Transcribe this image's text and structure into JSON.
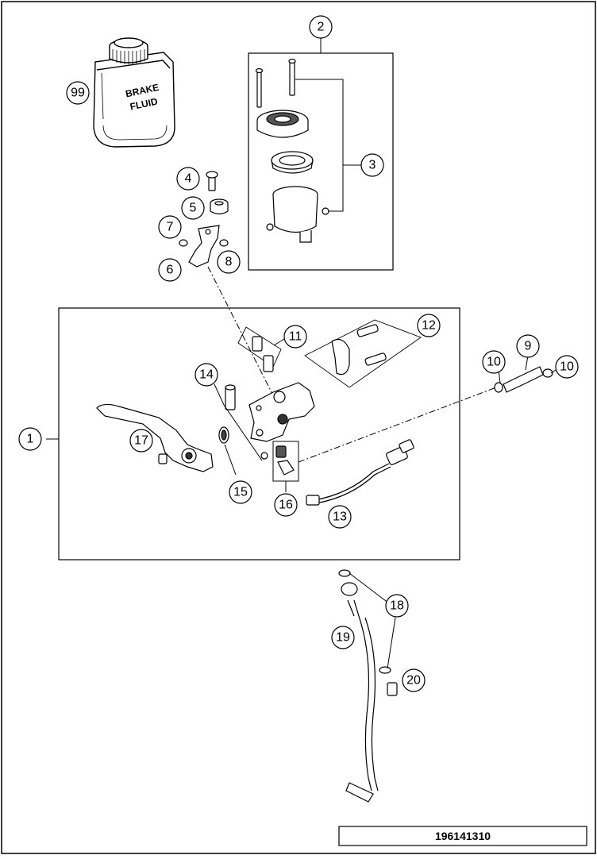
{
  "diagram_id": "196141310",
  "brake_fluid_label": [
    "BRAKE",
    "FLUID"
  ],
  "callouts": {
    "c1": "1",
    "c2": "2",
    "c3": "3",
    "c4": "4",
    "c5": "5",
    "c6": "6",
    "c7": "7",
    "c8": "8",
    "c9": "9",
    "c10a": "10",
    "c10b": "10",
    "c11": "11",
    "c12": "12",
    "c13": "13",
    "c14": "14",
    "c15": "15",
    "c16": "16",
    "c17": "17",
    "c18": "18",
    "c19": "19",
    "c20": "20",
    "c99": "99"
  }
}
